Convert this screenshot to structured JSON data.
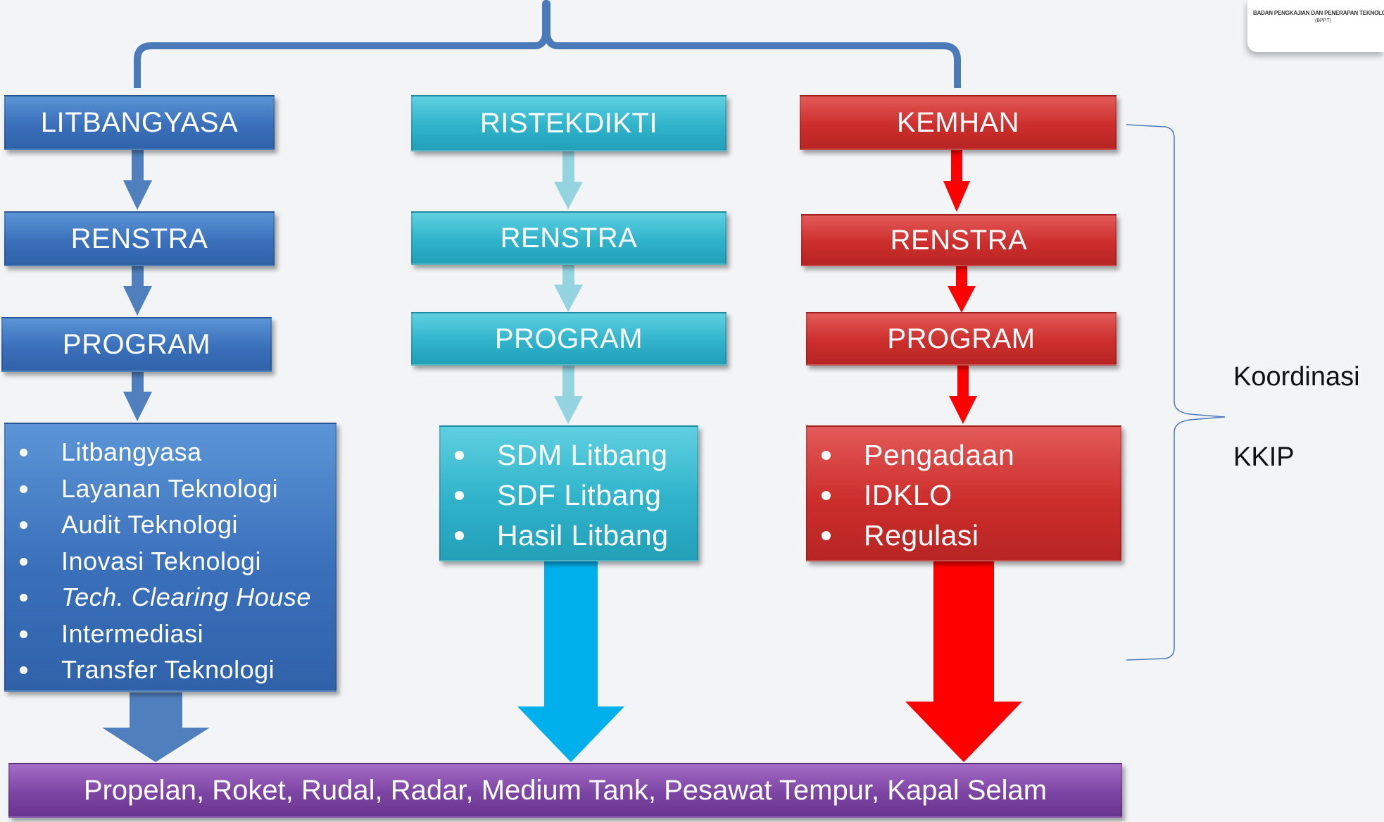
{
  "logo": {
    "text": "BADAN PENGKAJIAN DAN PENERAPAN TEKNOLOGI",
    "abbr": "(BPPT)"
  },
  "columns": {
    "litbangyasa": {
      "title": "LITBANGYASA",
      "renstra": "RENSTRA",
      "program": "PROGRAM",
      "items": [
        "Litbangyasa",
        "Layanan Teknologi",
        "Audit Teknologi",
        "Inovasi Teknologi",
        "Tech. Clearing House",
        "Intermediasi",
        "Transfer Teknologi"
      ],
      "color": "#3a6fba"
    },
    "ristekdikti": {
      "title": "RISTEKDIKTI",
      "renstra": "RENSTRA",
      "program": "PROGRAM",
      "items": [
        "SDM Litbang",
        "SDF Litbang",
        "Hasil Litbang"
      ],
      "color": "#2fb3cb"
    },
    "kemhan": {
      "title": "KEMHAN",
      "renstra": "RENSTRA",
      "program": "PROGRAM",
      "items": [
        "Pengadaan",
        "IDKLO",
        "Regulasi"
      ],
      "color": "#cc2e2c"
    }
  },
  "output": "Propelan, Roket, Rudal, Radar, Medium Tank, Pesawat Tempur, Kapal Selam",
  "side": {
    "koordinasi": "Koordinasi",
    "kkip": "KKIP"
  },
  "colors": {
    "blue_arrow": "#4f7fbd",
    "cyan_arrow": "#94d3e0",
    "cyan_big_arrow": "#00b0ec",
    "red_arrow": "#ff0000",
    "brace": "#4a7ab8"
  }
}
